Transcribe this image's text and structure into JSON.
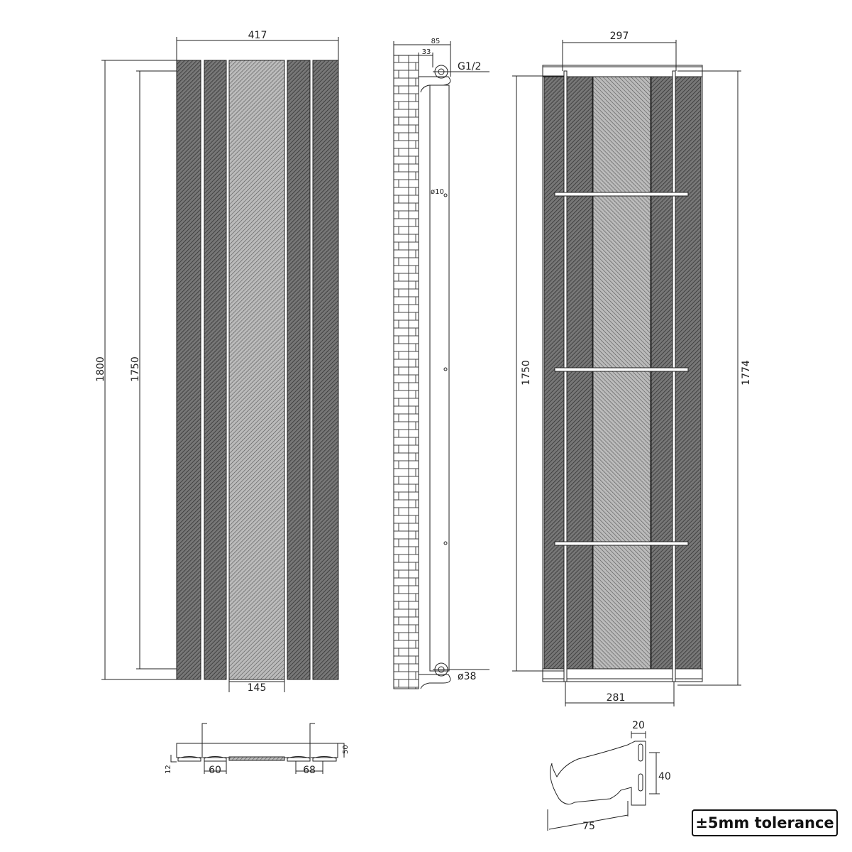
{
  "front_view": {
    "width_label": "417",
    "height_label": "1800",
    "inner_height_label": "1750",
    "center_panel_label": "145"
  },
  "side_view": {
    "depth_label": "85",
    "offset_label": "33",
    "connection_label": "G1/2",
    "rod_label": "ø10",
    "pipe_label": "ø38"
  },
  "rear_view": {
    "top_width_label": "297",
    "bottom_width_label": "281",
    "left_height_label": "1750",
    "right_height_label": "1774"
  },
  "plan_view": {
    "height_label": "50",
    "offset_label": "12",
    "left_label": "60",
    "right_label": "68"
  },
  "bracket": {
    "top_label": "20",
    "slot_label": "40",
    "length_label": "75"
  },
  "tolerance_label": "±5mm tolerance",
  "colors": {
    "line": "#222222",
    "panel_dark": "#555555",
    "panel_light": "#9a9a9a"
  }
}
